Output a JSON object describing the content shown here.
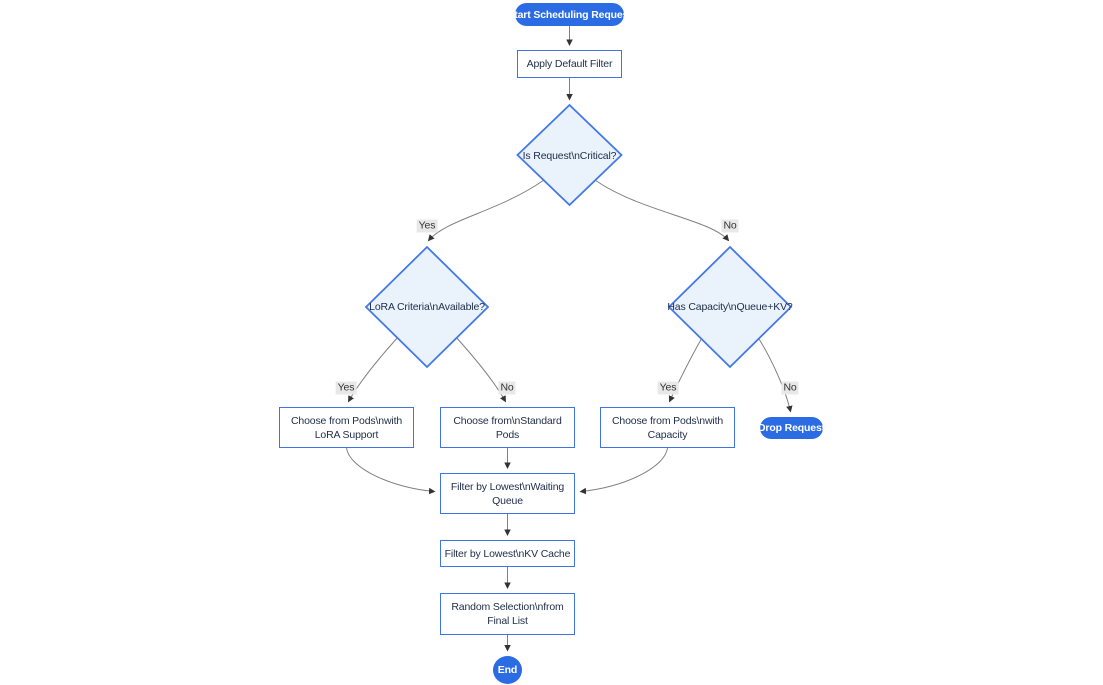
{
  "diagram": {
    "type": "flowchart",
    "direction": "top-down"
  },
  "colors": {
    "pill_fill": "#2b6ce4",
    "pill_text": "#ffffff",
    "diamond_fill": "#eaf2fc",
    "diamond_border": "#4478e8",
    "rect_fill": "#ffffff",
    "rect_border": "#3f74e4",
    "node_text": "#22304a",
    "edge_line": "#808080",
    "arrowhead": "#333333",
    "edge_label_bg": "#e8e8e8",
    "edge_label_text": "#333333"
  },
  "nodes": {
    "start": {
      "shape": "stadium",
      "lines": [
        "Start Scheduling Request"
      ]
    },
    "apply_filter": {
      "shape": "rect",
      "lines": [
        "Apply Default Filter"
      ]
    },
    "is_critical": {
      "shape": "diamond",
      "lines": [
        "Is Request\\nCritical?"
      ]
    },
    "lora_criteria": {
      "shape": "diamond",
      "lines": [
        "LoRA Criteria\\nAvailable?"
      ]
    },
    "has_capacity": {
      "shape": "diamond",
      "lines": [
        "Has Capacity\\nQueue+KV?"
      ]
    },
    "choose_lora": {
      "shape": "rect",
      "lines": [
        "Choose from Pods\\nwith",
        "LoRA Support"
      ]
    },
    "choose_standard": {
      "shape": "rect",
      "lines": [
        "Choose from\\nStandard",
        "Pods"
      ]
    },
    "choose_capacity": {
      "shape": "rect",
      "lines": [
        "Choose from Pods\\nwith",
        "Capacity"
      ]
    },
    "drop_request": {
      "shape": "stadium",
      "lines": [
        "Drop Request"
      ]
    },
    "filter_queue": {
      "shape": "rect",
      "lines": [
        "Filter by Lowest\\nWaiting",
        "Queue"
      ]
    },
    "filter_kv": {
      "shape": "rect",
      "lines": [
        "Filter by Lowest\\nKV Cache"
      ]
    },
    "random_selection": {
      "shape": "rect",
      "lines": [
        "Random Selection\\nfrom",
        "Final List"
      ]
    },
    "end": {
      "shape": "circle",
      "lines": [
        "End"
      ]
    }
  },
  "edges": [
    {
      "from": "start",
      "to": "apply_filter",
      "label": ""
    },
    {
      "from": "apply_filter",
      "to": "is_critical",
      "label": ""
    },
    {
      "from": "is_critical",
      "to": "lora_criteria",
      "label": "Yes"
    },
    {
      "from": "is_critical",
      "to": "has_capacity",
      "label": "No"
    },
    {
      "from": "lora_criteria",
      "to": "choose_lora",
      "label": "Yes"
    },
    {
      "from": "lora_criteria",
      "to": "choose_standard",
      "label": "No"
    },
    {
      "from": "has_capacity",
      "to": "choose_capacity",
      "label": "Yes"
    },
    {
      "from": "has_capacity",
      "to": "drop_request",
      "label": "No"
    },
    {
      "from": "choose_lora",
      "to": "filter_queue",
      "label": ""
    },
    {
      "from": "choose_standard",
      "to": "filter_queue",
      "label": ""
    },
    {
      "from": "choose_capacity",
      "to": "filter_queue",
      "label": ""
    },
    {
      "from": "filter_queue",
      "to": "filter_kv",
      "label": ""
    },
    {
      "from": "filter_kv",
      "to": "random_selection",
      "label": ""
    },
    {
      "from": "random_selection",
      "to": "end",
      "label": ""
    }
  ]
}
